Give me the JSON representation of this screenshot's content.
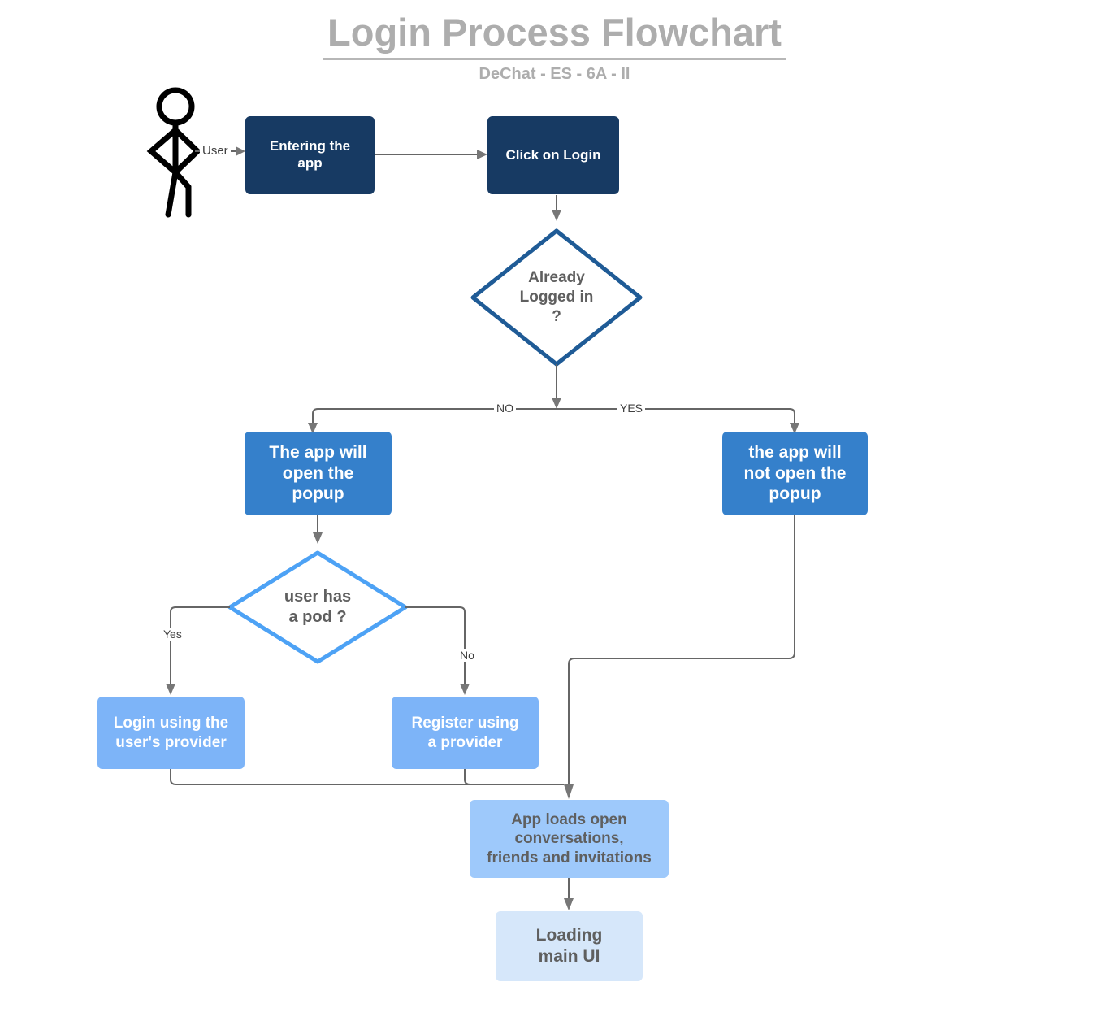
{
  "title": {
    "main": "Login Process Flowchart",
    "subtitle": "DeChat - ES - 6A - II"
  },
  "actor": {
    "name": "stick-figure",
    "label": "User"
  },
  "nodes": {
    "entering_app": "Entering the\napp",
    "click_login": "Click on Login",
    "already_logged_in": "Already\nLogged in\n?",
    "app_open_popup": "The app will\nopen the\npopup",
    "app_not_open_popup": "the app will\nnot open the\npopup",
    "user_has_pod": "user has\na pod ?",
    "login_provider": "Login using the\nuser's provider",
    "register_provider": "Register using\na provider",
    "app_loads": "App loads open\nconversations,\nfriends and invitations",
    "loading_ui": "Loading\nmain UI"
  },
  "edge_labels": {
    "user": "User",
    "no_upper": "NO",
    "yes_upper": "YES",
    "yes_lower": "Yes",
    "no_lower": "No"
  },
  "colors": {
    "navy": "#173a63",
    "blue": "#3580cb",
    "light_blue": "#7db4f8",
    "pale_blue": "#9ec9fb",
    "palest_blue": "#d6e7fa",
    "diamond_border_dark": "#1f5b96",
    "diamond_border_light": "#4da2f5",
    "edge": "#666666",
    "title_gray": "#adadad",
    "text_gray": "#5f5f5f"
  },
  "chart_data": {
    "type": "flowchart",
    "title": "Login Process Flowchart",
    "subtitle": "DeChat - ES - 6A - II",
    "nodes": [
      {
        "id": "user",
        "type": "actor",
        "label": "User"
      },
      {
        "id": "entering_app",
        "type": "process",
        "label": "Entering the app"
      },
      {
        "id": "click_login",
        "type": "process",
        "label": "Click on Login"
      },
      {
        "id": "already_logged_in",
        "type": "decision",
        "label": "Already Logged in ?"
      },
      {
        "id": "app_open_popup",
        "type": "process",
        "label": "The app will open the popup"
      },
      {
        "id": "app_not_open_popup",
        "type": "process",
        "label": "the app will not open the popup"
      },
      {
        "id": "user_has_pod",
        "type": "decision",
        "label": "user has a pod ?"
      },
      {
        "id": "login_provider",
        "type": "process",
        "label": "Login using the user's provider"
      },
      {
        "id": "register_provider",
        "type": "process",
        "label": "Register using a provider"
      },
      {
        "id": "app_loads",
        "type": "process",
        "label": "App loads open conversations, friends and invitations"
      },
      {
        "id": "loading_ui",
        "type": "process",
        "label": "Loading main UI"
      }
    ],
    "edges": [
      {
        "from": "user",
        "to": "entering_app",
        "label": "User"
      },
      {
        "from": "entering_app",
        "to": "click_login",
        "label": ""
      },
      {
        "from": "click_login",
        "to": "already_logged_in",
        "label": ""
      },
      {
        "from": "already_logged_in",
        "to": "app_open_popup",
        "label": "NO"
      },
      {
        "from": "already_logged_in",
        "to": "app_not_open_popup",
        "label": "YES"
      },
      {
        "from": "app_open_popup",
        "to": "user_has_pod",
        "label": ""
      },
      {
        "from": "user_has_pod",
        "to": "login_provider",
        "label": "Yes"
      },
      {
        "from": "user_has_pod",
        "to": "register_provider",
        "label": "No"
      },
      {
        "from": "login_provider",
        "to": "app_loads",
        "label": ""
      },
      {
        "from": "register_provider",
        "to": "app_loads",
        "label": ""
      },
      {
        "from": "app_not_open_popup",
        "to": "app_loads",
        "label": ""
      },
      {
        "from": "app_loads",
        "to": "loading_ui",
        "label": ""
      }
    ]
  }
}
